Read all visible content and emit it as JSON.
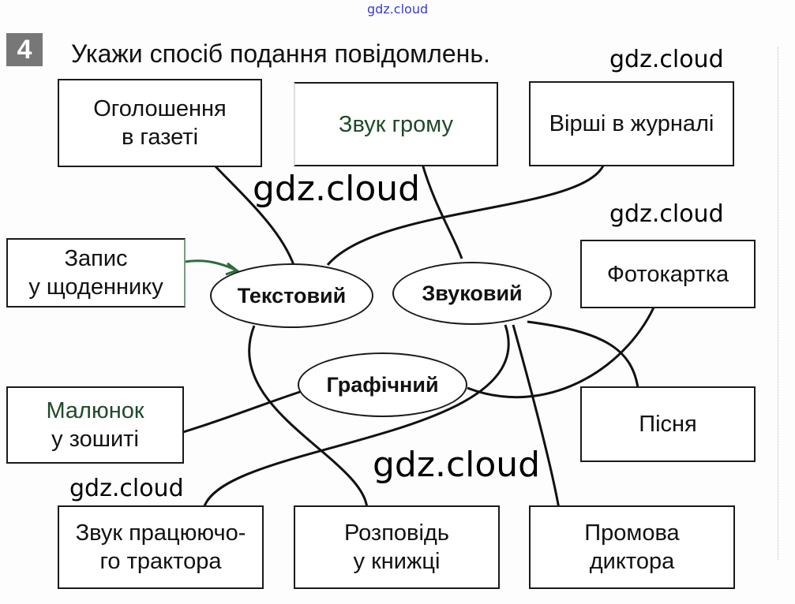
{
  "task": {
    "number": "4",
    "title": "Укажи спосіб подання повідомлень."
  },
  "watermarks": [
    "gdz.cloud",
    "gdz.cloud",
    "gdz.cloud",
    "gdz.cloud",
    "gdz.cloud",
    "gdz.cloud"
  ],
  "categories": {
    "text": "Текстовий",
    "sound": "Звуковий",
    "graphic": "Графічний"
  },
  "boxes": {
    "ad": [
      "Оголошення",
      "в газеті"
    ],
    "thunder": [
      "Звук грому"
    ],
    "poems": [
      "Вірші в журналі"
    ],
    "diary": [
      "Запис",
      "у щоденнику"
    ],
    "photo": [
      "Фотокартка"
    ],
    "drawing": [
      "Малюнок",
      "у зошиті"
    ],
    "song": [
      "Пісня"
    ],
    "tractor": [
      "Звук працюючо-",
      "го трактора"
    ],
    "story": [
      "Розповідь",
      "у книжці"
    ],
    "speech": [
      "Промова",
      "диктора"
    ]
  },
  "colors": {
    "line": "#111111",
    "accent_green": "#2e6b3a",
    "watermark_blue": "#3a3ad0"
  }
}
